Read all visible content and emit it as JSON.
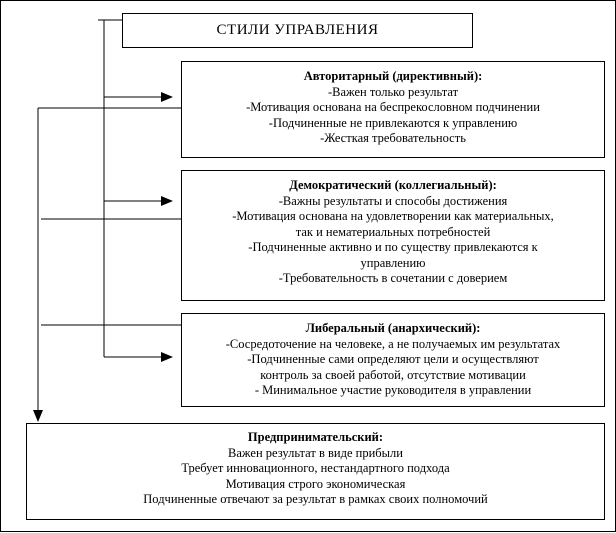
{
  "title": "СТИЛИ УПРАВЛЕНИЯ",
  "styles": [
    {
      "name": "Авторитарный (директивный):",
      "lines": [
        "-Важен только результат",
        "-Мотивация основана на беспрекословном подчинении",
        "-Подчиненные не привлекаются к управлению",
        "-Жесткая требовательность"
      ]
    },
    {
      "name": "Демократический (коллегиальный):",
      "lines": [
        "-Важны результаты и способы достижения",
        "-Мотивация основана на удовлетворении как материальных,",
        "так и нематериальных потребностей",
        "-Подчиненные активно и по существу привлекаются к",
        "управлению",
        "-Требовательность в сочетании с доверием"
      ]
    },
    {
      "name": "Либеральный (анархический):",
      "lines": [
        "-Сосредоточение на человеке, а не получаемых им результатах",
        "-Подчиненные сами определяют цели и осуществляют",
        "контроль за своей работой, отсутствие мотивации",
        "-  Минимальное участие руководителя в управлении"
      ]
    },
    {
      "name": "Предпринимательский:",
      "lines": [
        "Важен результат в виде прибыли",
        "Требует инновационного, нестандартного подхода",
        "Мотивация строго экономическая",
        "Подчиненные отвечают за результат в рамках своих полномочий"
      ]
    }
  ]
}
